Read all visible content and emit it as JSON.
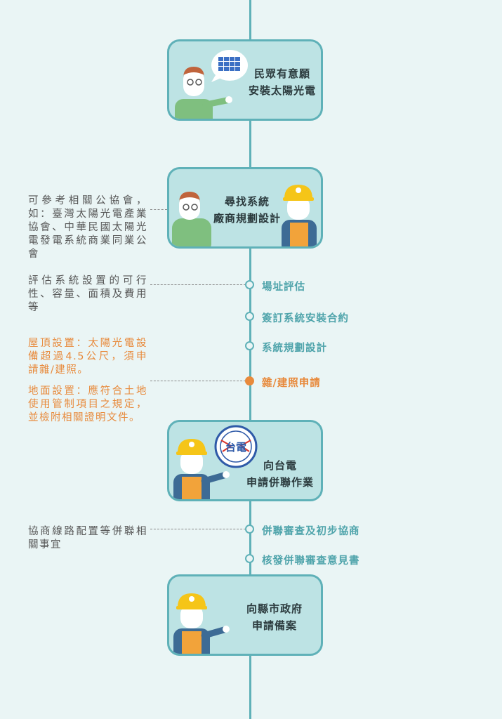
{
  "boxes": [
    {
      "title_line1": "民眾有意願",
      "title_line2": "安裝太陽光電"
    },
    {
      "title_line1": "尋找系統",
      "title_line2": "廠商規劃設計"
    },
    {
      "title_line1": "向台電",
      "title_line2": "申請併聯作業"
    },
    {
      "title_line1": "向縣市政府",
      "title_line2": "申請備案"
    }
  ],
  "notes": {
    "association": "可參考相關公協會，如：臺灣太陽光電產業協會、中華民國太陽光電發電系統商業同業公會",
    "evaluate": "評估系統設置的可行性、容量、面積及費用等",
    "rooftop": "屋頂設置：太陽光電設備超過4.5公尺，須申請雜/建照。",
    "ground": "地面設置：應符合土地使用管制項目之規定，並檢附相關證明文件。",
    "negotiate": "協商線路配置等併聯相關事宜"
  },
  "steps": [
    {
      "label": "場址評估",
      "highlight": false
    },
    {
      "label": "簽訂系統安裝合約",
      "highlight": false
    },
    {
      "label": "系統規劃設計",
      "highlight": false
    },
    {
      "label": "雜/建照申請",
      "highlight": true
    },
    {
      "label": "併聯審查及初步協商",
      "highlight": false
    },
    {
      "label": "核發併聯審查意見書",
      "highlight": false
    }
  ],
  "logo_text": "台電",
  "colors": {
    "accent": "#5fb1b8",
    "highlight": "#e88a3c",
    "box_fill": "#bde3e4"
  }
}
